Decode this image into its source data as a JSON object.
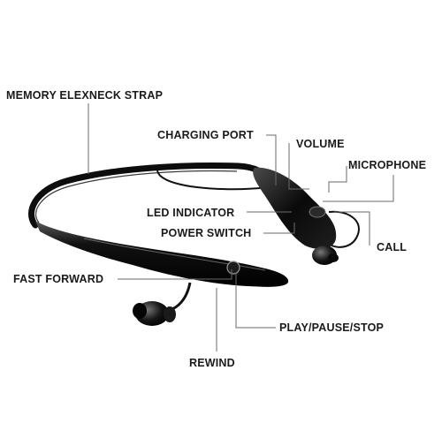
{
  "labels": {
    "memory_strap": "MEMORY ELEXNECK STRAP",
    "charging_port": "CHARGING PORT",
    "volume": "VOLUME",
    "microphone": "MICROPHONE",
    "led_indicator": "LED INDICATOR",
    "power_switch": "POWER SWITCH",
    "call": "CALL",
    "fast_forward": "FAST FORWARD",
    "play_pause_stop": "PLAY/PAUSE/STOP",
    "rewind": "REWIND"
  }
}
